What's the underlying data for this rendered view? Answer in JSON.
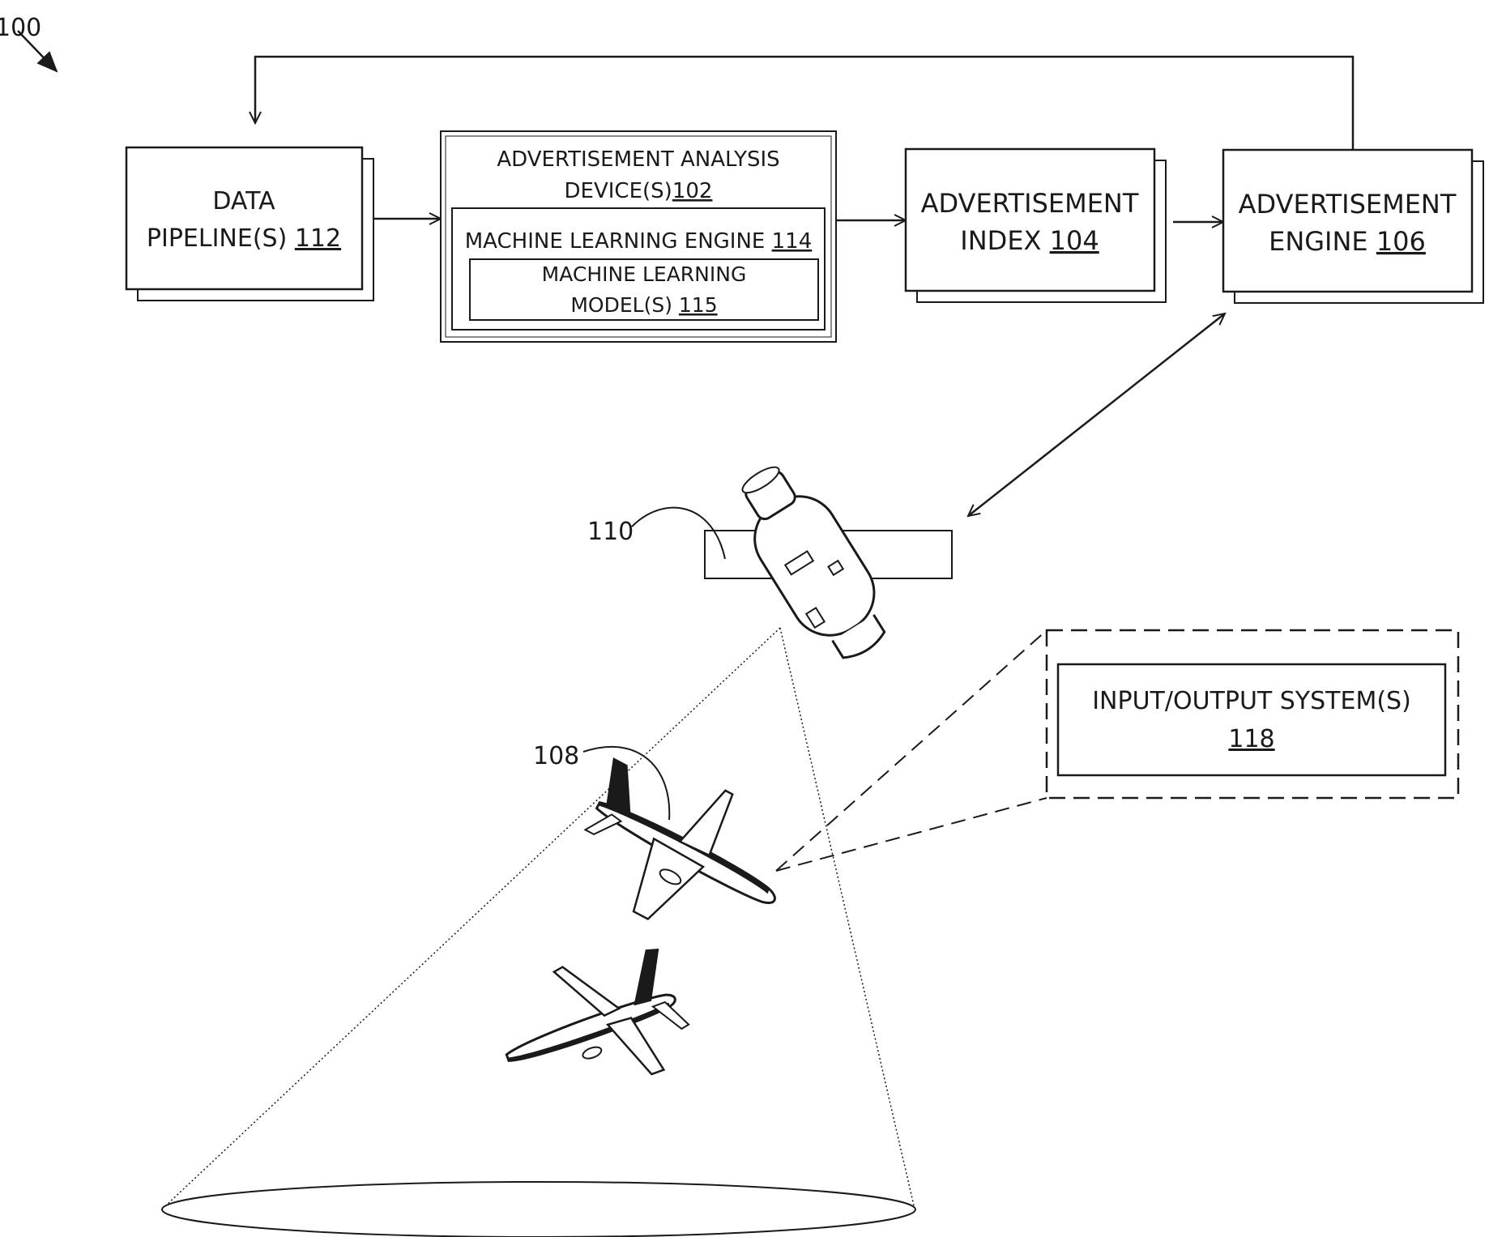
{
  "figure_ref": "100",
  "colors": {
    "ink": "#1a1a1a",
    "background": "#ffffff"
  },
  "boxes": {
    "data_pipeline": {
      "line1": "DATA",
      "line2": "PIPELINE(S) ",
      "ref": "112"
    },
    "analysis_device": {
      "line1": "ADVERTISEMENT ANALYSIS",
      "line2": "DEVICE(S)",
      "ref": "102"
    },
    "ml_engine": {
      "label": "MACHINE LEARNING ENGINE ",
      "ref": "114"
    },
    "ml_model": {
      "line1": "MACHINE LEARNING",
      "line2": "MODEL(S) ",
      "ref": "115"
    },
    "ad_index": {
      "line1": "ADVERTISEMENT",
      "line2": "INDEX ",
      "ref": "104"
    },
    "ad_engine": {
      "line1": "ADVERTISEMENT",
      "line2": "ENGINE ",
      "ref": "106"
    },
    "io_system": {
      "line1": "INPUT/OUTPUT SYSTEM(S)",
      "ref": "118"
    }
  },
  "callouts": {
    "satellite": "110",
    "aircraft": "108"
  },
  "icons": [
    "satellite-icon",
    "airplane-icon"
  ]
}
